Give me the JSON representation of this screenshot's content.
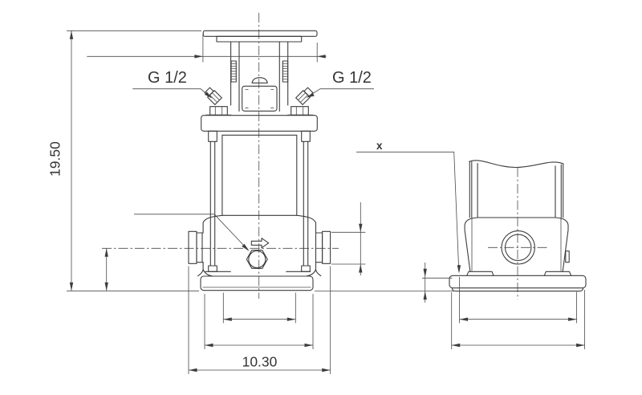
{
  "drawing": {
    "labels": {
      "thread_left": "G 1/2",
      "thread_right": "G 1/2",
      "overall_height": "19.50",
      "port_to_port": "10.30",
      "detail_x": "x"
    },
    "colors": {
      "line": "#3d3d3d",
      "background": "#ffffff"
    }
  }
}
